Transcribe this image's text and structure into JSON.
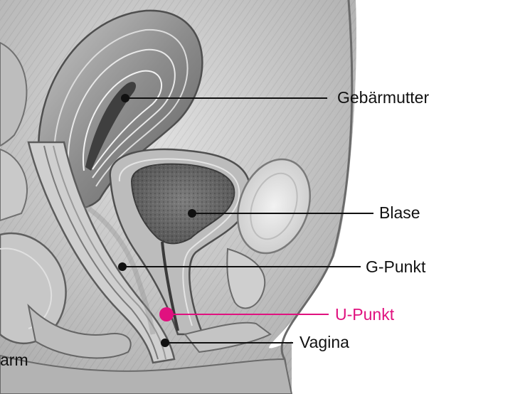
{
  "labels": {
    "uterus": "Gebärmutter",
    "bladder": "Blase",
    "g_spot": "G-Punkt",
    "u_spot": "U-Punkt",
    "vagina": "Vagina",
    "rectum_partial": "arm"
  },
  "colors": {
    "leader": "#111111",
    "highlight": "#e0117f",
    "tissue_light": "#e6e6e6",
    "tissue_mid": "#b9b9b9",
    "tissue_dark": "#6f6f6f"
  }
}
